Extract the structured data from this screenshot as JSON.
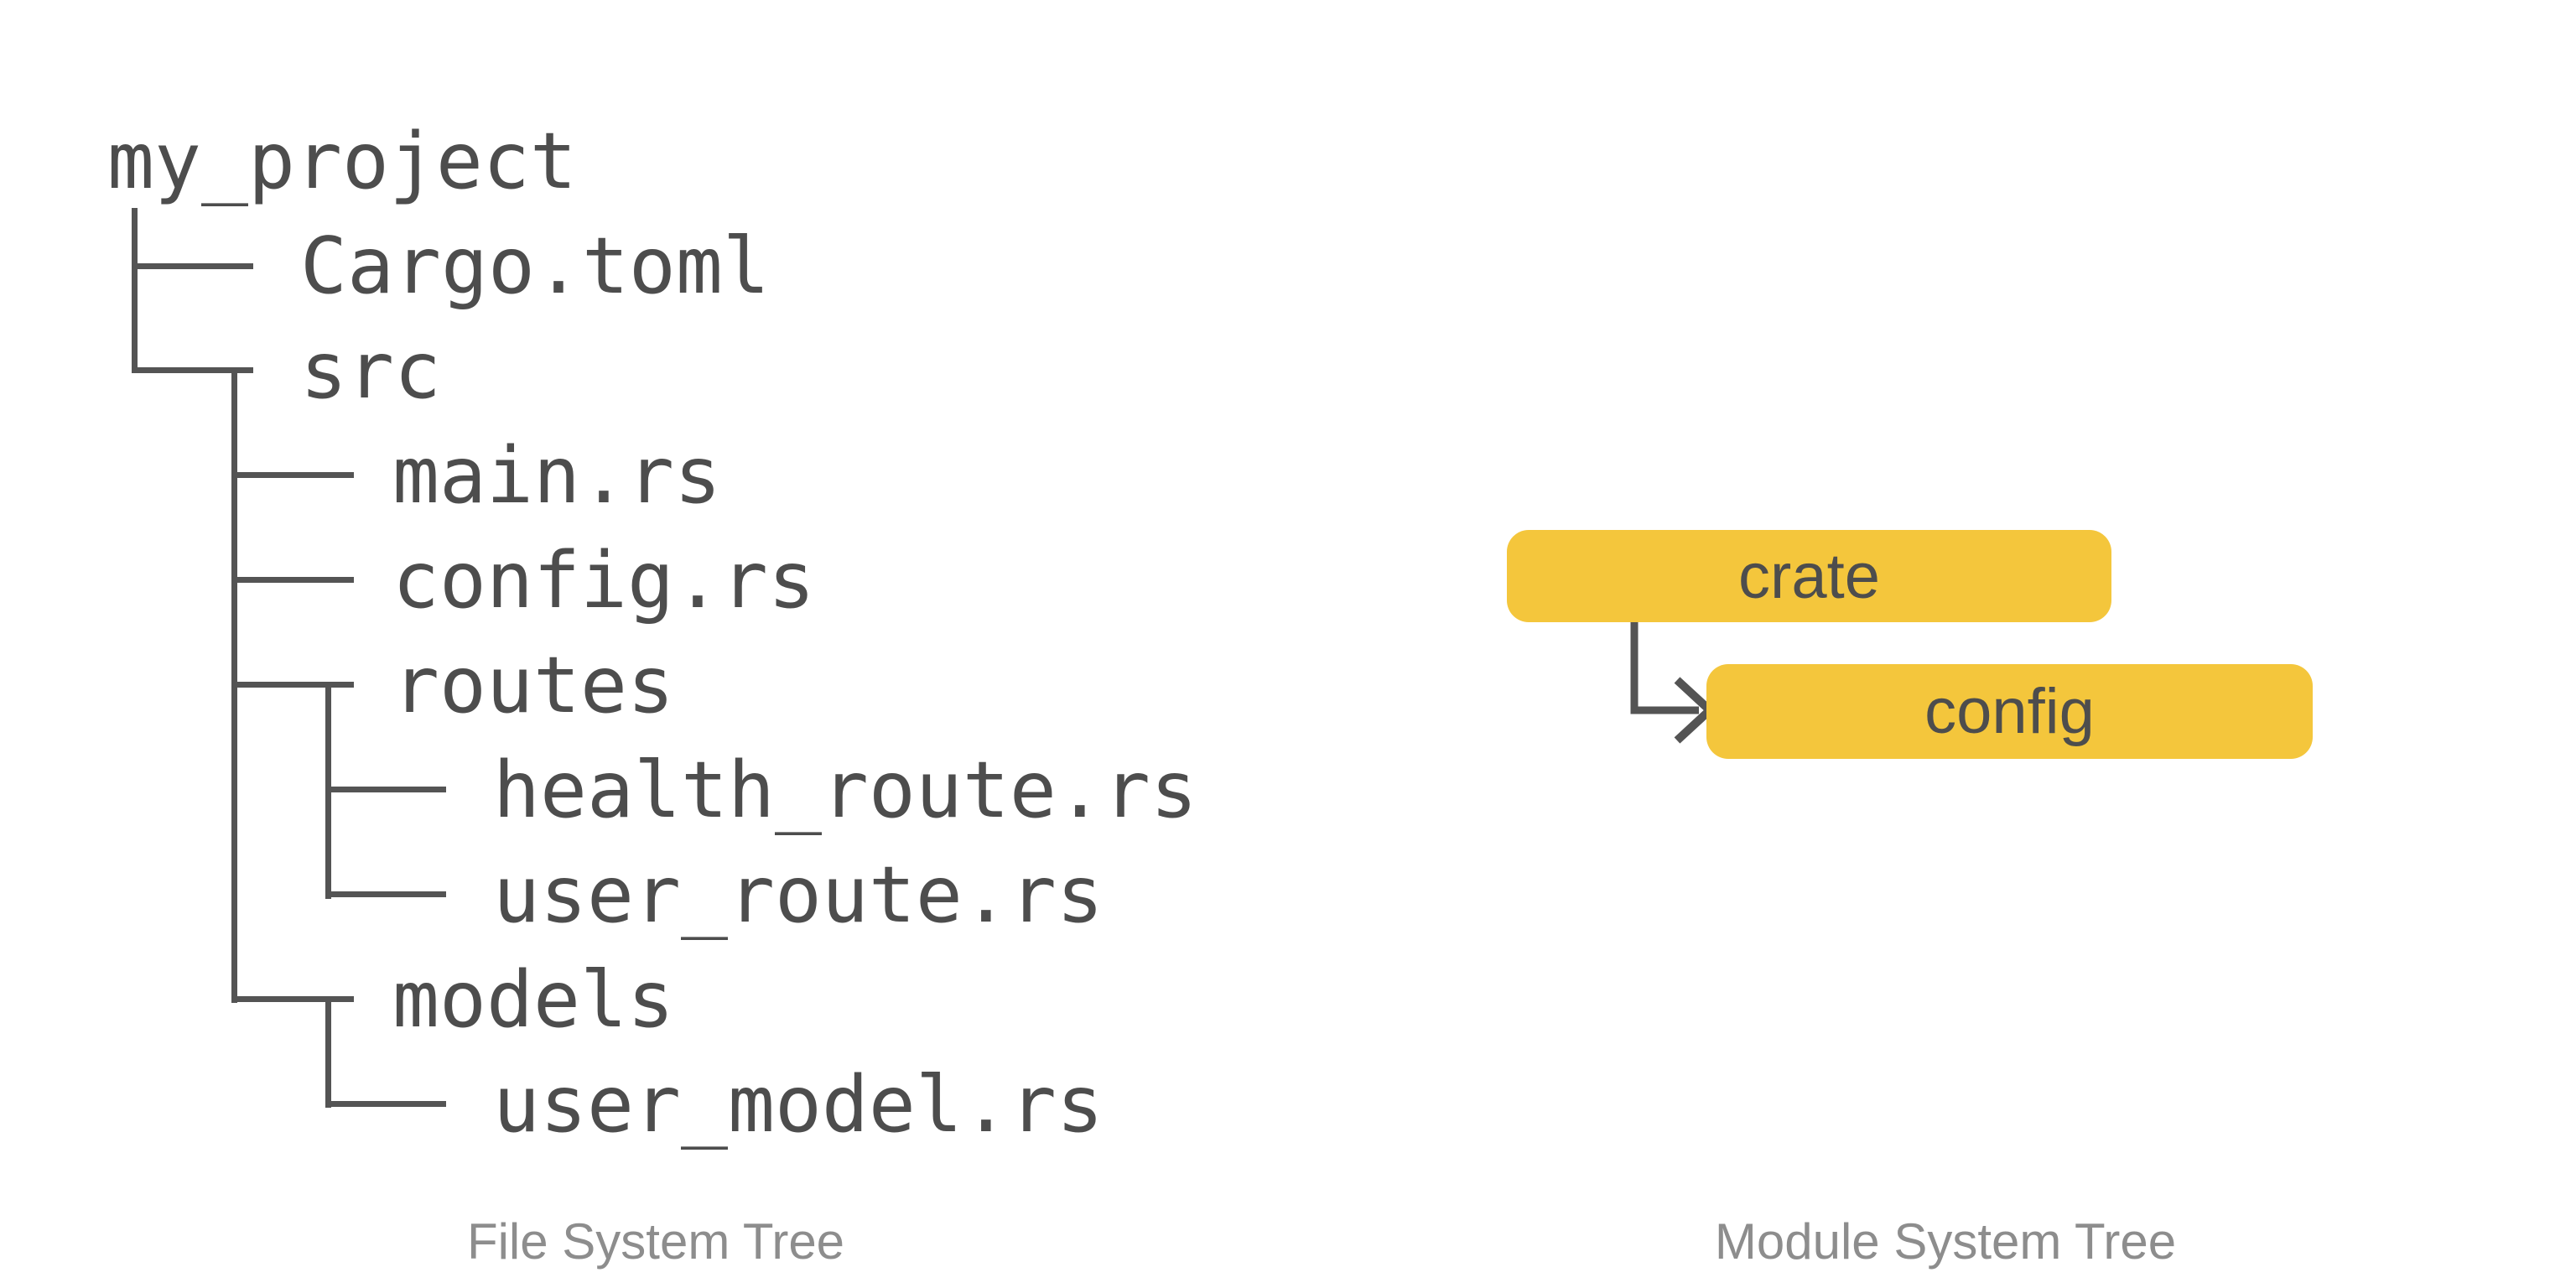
{
  "file_tree": {
    "caption": "File System Tree",
    "items": [
      {
        "label": "my_project",
        "depth": 0,
        "type": "folder"
      },
      {
        "label": "Cargo.toml",
        "depth": 1,
        "type": "file"
      },
      {
        "label": "src",
        "depth": 1,
        "type": "folder"
      },
      {
        "label": "main.rs",
        "depth": 2,
        "type": "file"
      },
      {
        "label": "config.rs",
        "depth": 2,
        "type": "file"
      },
      {
        "label": "routes",
        "depth": 2,
        "type": "folder"
      },
      {
        "label": "health_route.rs",
        "depth": 3,
        "type": "file"
      },
      {
        "label": "user_route.rs",
        "depth": 3,
        "type": "file"
      },
      {
        "label": "models",
        "depth": 2,
        "type": "folder"
      },
      {
        "label": "user_model.rs",
        "depth": 3,
        "type": "file"
      }
    ]
  },
  "module_tree": {
    "caption": "Module System Tree",
    "nodes": [
      {
        "label": "crate"
      },
      {
        "label": "config"
      }
    ],
    "arrow": {
      "from": "crate",
      "to": "config"
    }
  },
  "colors": {
    "box_yellow": "#F4C63C",
    "text_dark": "#4D4D4D",
    "line_gray": "#545454",
    "caption_gray": "#8D8D8D",
    "background": "#FFFFFF"
  }
}
